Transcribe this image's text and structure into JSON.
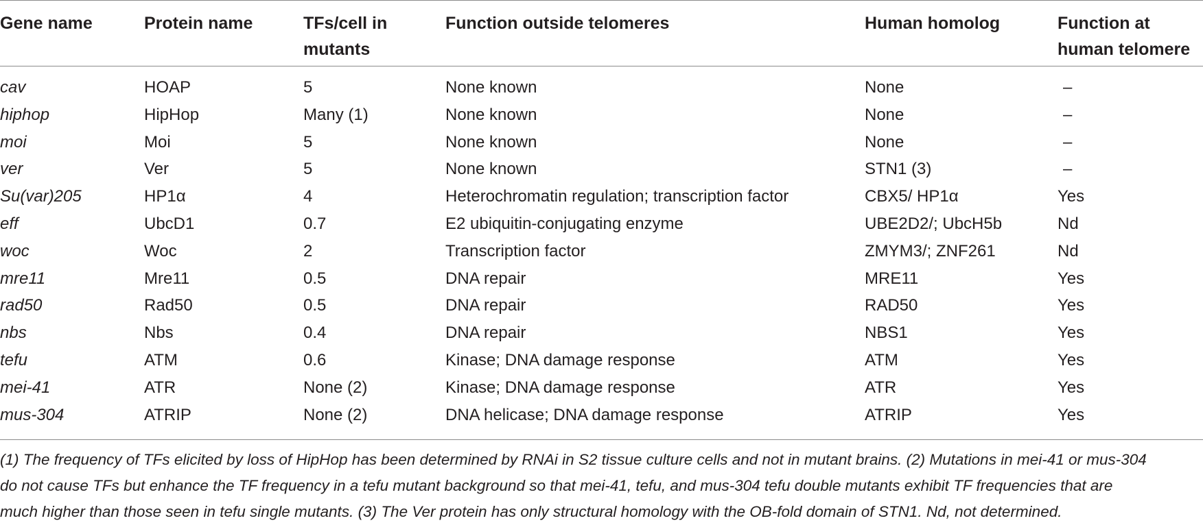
{
  "headers": {
    "gene": "Gene name",
    "protein": "Protein name",
    "tfs_line1": "TFs/cell in",
    "tfs_line2": "mutants",
    "function": "Function outside telomeres",
    "homolog": "Human homolog",
    "human_fn_line1": "Function at",
    "human_fn_line2": "human telomere"
  },
  "rows": [
    {
      "gene": "cav",
      "protein": "HOAP",
      "tfs": "5",
      "function": "None known",
      "homolog": "None",
      "human_fn": "–"
    },
    {
      "gene": "hiphop",
      "protein": "HipHop",
      "tfs": "Many (1)",
      "function": "None known",
      "homolog": "None",
      "human_fn": "–"
    },
    {
      "gene": "moi",
      "protein": "Moi",
      "tfs": "5",
      "function": "None known",
      "homolog": "None",
      "human_fn": "–"
    },
    {
      "gene": "ver",
      "protein": "Ver",
      "tfs": "5",
      "function": "None known",
      "homolog": "STN1 (3)",
      "human_fn": "–"
    },
    {
      "gene": "Su(var)205",
      "protein": "HP1α",
      "tfs": "4",
      "function": "Heterochromatin regulation; transcription factor",
      "homolog": "CBX5/ HP1α",
      "human_fn": "Yes"
    },
    {
      "gene": "eff",
      "protein": "UbcD1",
      "tfs": "0.7",
      "function": "E2 ubiquitin-conjugating enzyme",
      "homolog": "UBE2D2/; UbcH5b",
      "human_fn": "Nd"
    },
    {
      "gene": "woc",
      "protein": "Woc",
      "tfs": "2",
      "function": "Transcription factor",
      "homolog": "ZMYM3/; ZNF261",
      "human_fn": "Nd"
    },
    {
      "gene": "mre11",
      "protein": "Mre11",
      "tfs": "0.5",
      "function": "DNA repair",
      "homolog": "MRE11",
      "human_fn": "Yes"
    },
    {
      "gene": "rad50",
      "protein": "Rad50",
      "tfs": "0.5",
      "function": "DNA repair",
      "homolog": "RAD50",
      "human_fn": "Yes"
    },
    {
      "gene": "nbs",
      "protein": "Nbs",
      "tfs": "0.4",
      "function": "DNA repair",
      "homolog": "NBS1",
      "human_fn": "Yes"
    },
    {
      "gene": "tefu",
      "protein": "ATM",
      "tfs": "0.6",
      "function": "Kinase; DNA damage response",
      "homolog": "ATM",
      "human_fn": "Yes"
    },
    {
      "gene": "mei-41",
      "protein": "ATR",
      "tfs": "None (2)",
      "function": "Kinase; DNA damage response",
      "homolog": "ATR",
      "human_fn": "Yes"
    },
    {
      "gene": "mus-304",
      "protein": "ATRIP",
      "tfs": "None (2)",
      "function": "DNA helicase; DNA damage response",
      "homolog": "ATRIP",
      "human_fn": "Yes"
    }
  ],
  "footnote": {
    "line1": "(1) The frequency of TFs elicited by loss of HipHop has been determined by RNAi in S2 tissue culture cells and not in mutant brains. (2) Mutations in mei-41 or mus-304",
    "line2": "do not cause TFs but enhance the TF frequency in a tefu mutant background so that mei-41, tefu, and mus-304 tefu double mutants exhibit TF frequencies that are",
    "line3": "much higher than those seen in tefu single mutants. (3) The Ver protein has only structural homology with the OB-fold domain of STN1. Nd, not determined."
  }
}
